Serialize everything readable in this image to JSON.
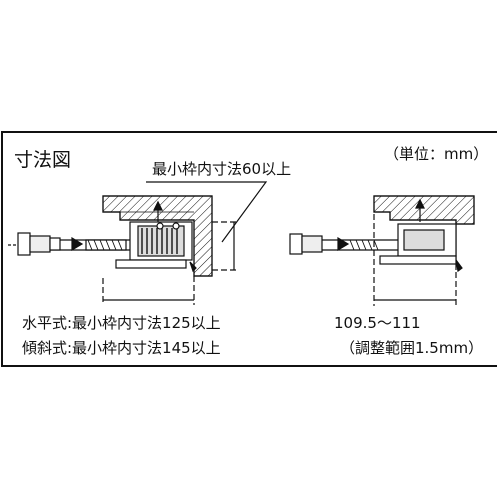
{
  "figure": {
    "title": "寸法図",
    "unit_note": "（単位：mm）",
    "callout": "最小枠内寸法60以上",
    "left_notes": [
      "水平式:最小枠内寸法125以上",
      "傾斜式:最小枠内寸法145以上"
    ],
    "right_notes": [
      "109.5～111",
      "（調整範囲1.5mm）"
    ]
  },
  "colors": {
    "line": "#111111",
    "background": "#ffffff"
  }
}
